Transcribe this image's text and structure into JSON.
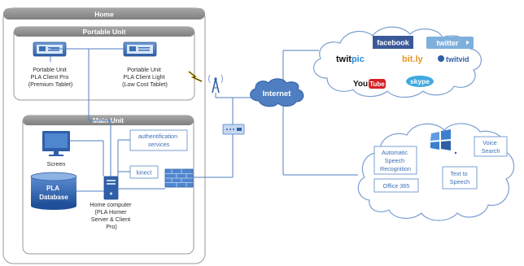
{
  "home": {
    "title": "Home",
    "portable_unit": {
      "title": "Portable Unit",
      "device_pro": [
        "Portable Unit",
        "PLA Client Pro",
        "(Premium Tablet)"
      ],
      "device_light": [
        "Portable Unit",
        "PLA Client Light",
        "(Low Cost Tablet)"
      ]
    },
    "main_unit": {
      "title": "Main Unit",
      "screen": "Screen",
      "database": [
        "PLA",
        "Database"
      ],
      "home_computer": [
        "Home computer",
        "(PLA Homer",
        "Server & Client",
        "Pro)"
      ],
      "auth_services": [
        "authentification",
        "services"
      ],
      "kinect": "kinect"
    }
  },
  "internet": "Internet",
  "social_cloud": {
    "facebook": "facebook",
    "twitter": "twitter",
    "twitpic_a": "twit",
    "twitpic_b": "pic",
    "bitly": "bit.ly",
    "twitvid": "twitvid",
    "youtube_a": "You",
    "youtube_b": "Tube",
    "skype": "skype"
  },
  "services_cloud": {
    "asr": [
      "Automatic",
      "Speech",
      "Recognition"
    ],
    "voice_search": [
      "Voice",
      "Search"
    ],
    "office": "Office 365",
    "tts": [
      "Text to",
      "Speech"
    ]
  },
  "colors": {
    "header_gray": "#8c8c8c",
    "box_blue": "#3b6fb6",
    "light_blue": "#c5d8ef",
    "cloud_border": "#7a9fd0",
    "internet_fill": "#4f7fc0"
  }
}
